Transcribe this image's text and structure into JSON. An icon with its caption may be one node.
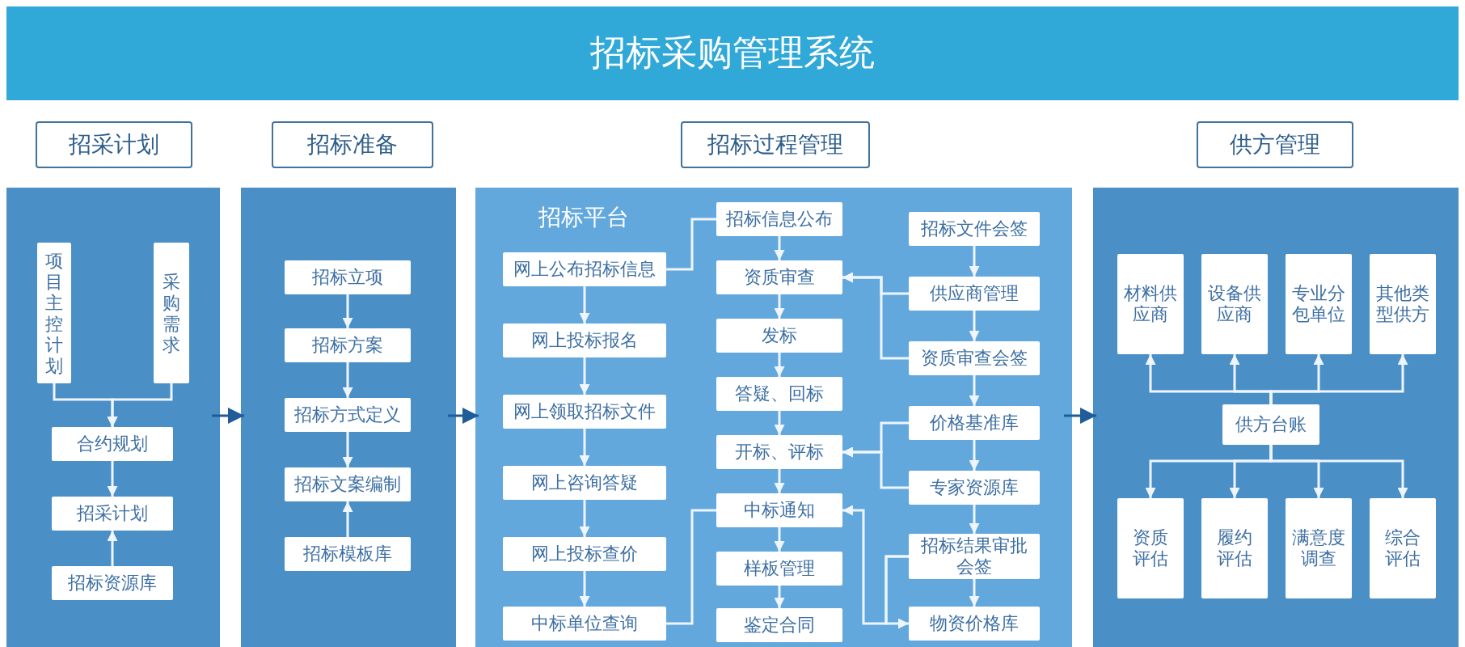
{
  "diagram": {
    "title": "招标采购管理系统",
    "nodes": [
      {
        "text": [
          "招采计划"
        ]
      },
      {
        "text": [
          "招标准备"
        ]
      },
      {
        "text": [
          "招标过程管理"
        ]
      },
      {
        "text": [
          "供方管理"
        ]
      },
      {
        "text": [],
        "shape": "box"
      },
      {
        "text": [
          "项目主控计划"
        ],
        "in": 4
      },
      {
        "text": [
          "采购需求"
        ],
        "in": 4
      },
      {
        "text": [
          "合约规划"
        ],
        "in": 4
      },
      {
        "text": [
          "招采计划"
        ],
        "in": 4
      },
      {
        "text": [
          "招标资源库"
        ],
        "in": 4
      },
      {
        "text": [],
        "shape": "box"
      },
      {
        "text": [
          "招标立项"
        ],
        "in": 10
      },
      {
        "text": [
          "招标方案"
        ],
        "in": 10
      },
      {
        "text": [
          "招标方式定义"
        ],
        "in": 10
      },
      {
        "text": [
          "招标文案编制"
        ],
        "in": 10
      },
      {
        "text": [
          "招标模板库"
        ],
        "in": 10
      },
      {
        "text": [
          "招标平台"
        ]
      },
      {
        "text": [
          "网上公布招标信息"
        ],
        "in": 16
      },
      {
        "text": [
          "网上投标报名"
        ],
        "in": 16
      },
      {
        "text": [
          "网上领取招标文件"
        ],
        "in": 16
      },
      {
        "text": [
          "网上咨询答疑"
        ],
        "in": 16
      },
      {
        "text": [
          "网上投标查价"
        ],
        "in": 16
      },
      {
        "text": [
          "中标单位查询"
        ],
        "in": 16
      },
      {
        "text": [
          "招标信息公布"
        ],
        "in": 16
      },
      {
        "text": [
          "资质审查"
        ],
        "in": 16
      },
      {
        "text": [
          "发标"
        ],
        "in": 16
      },
      {
        "text": [
          "答疑、回标"
        ],
        "in": 16
      },
      {
        "text": [
          "开标、评标"
        ],
        "in": 16
      },
      {
        "text": [
          "中标通知"
        ],
        "in": 16
      },
      {
        "text": [
          "样板管理"
        ],
        "in": 16
      },
      {
        "text": [
          "鉴定合同"
        ],
        "in": 16
      },
      {
        "text": [
          "招标文件会签"
        ],
        "in": 16
      },
      {
        "text": [
          "供应商管理"
        ],
        "in": 16
      },
      {
        "text": [
          "资质审查会签"
        ],
        "in": 16
      },
      {
        "text": [
          "价格基准库"
        ],
        "in": 16
      },
      {
        "text": [
          "专家资源库"
        ],
        "in": 16
      },
      {
        "text": [
          "招标结果审批会签"
        ],
        "in": 16
      },
      {
        "text": [
          "物资价格库"
        ],
        "in": 16
      },
      {
        "text": [],
        "shape": "box"
      },
      {
        "text": [
          "材料供应商"
        ],
        "in": 38
      },
      {
        "text": [
          "设备供应商"
        ],
        "in": 38
      },
      {
        "text": [
          "专业分包单位"
        ],
        "in": 38
      },
      {
        "text": [
          "其他类型供方"
        ],
        "in": 38
      },
      {
        "text": [
          "供方台账"
        ],
        "in": 38
      },
      {
        "text": [
          "资质评估"
        ],
        "in": 38
      },
      {
        "text": [
          "履约评估"
        ],
        "in": 38
      },
      {
        "text": [
          "满意度调查"
        ],
        "in": 38
      },
      {
        "text": [
          "综合评估"
        ],
        "in": 38
      }
    ],
    "edges": [
      {
        "from": 5,
        "to": 7,
        "arrow": "to"
      },
      {
        "from": 6,
        "to": 7,
        "arrow": "to"
      },
      {
        "from": 7,
        "to": 8,
        "arrow": "to"
      },
      {
        "from": 9,
        "to": 8,
        "arrow": "to"
      },
      {
        "from": 4,
        "to": 10,
        "arrow": "to",
        "color": "#1f5c99"
      },
      {
        "from": 11,
        "to": 12,
        "arrow": "to"
      },
      {
        "from": 12,
        "to": 13,
        "arrow": "to"
      },
      {
        "from": 13,
        "to": 14,
        "arrow": "to"
      },
      {
        "from": 15,
        "to": 14,
        "arrow": "to"
      },
      {
        "from": 10,
        "to": 16,
        "arrow": "to",
        "color": "#1f5c99"
      },
      {
        "from": 17,
        "to": 18,
        "arrow": "to"
      },
      {
        "from": 18,
        "to": 19,
        "arrow": "to"
      },
      {
        "from": 19,
        "to": 20,
        "arrow": "to"
      },
      {
        "from": 20,
        "to": 21,
        "arrow": "to"
      },
      {
        "from": 21,
        "to": 22,
        "arrow": "to"
      },
      {
        "from": 17,
        "to": 23,
        "arrow": "none"
      },
      {
        "from": 23,
        "to": 24,
        "arrow": "to"
      },
      {
        "from": 24,
        "to": 25,
        "arrow": "to"
      },
      {
        "from": 25,
        "to": 26,
        "arrow": "to"
      },
      {
        "from": 26,
        "to": 27,
        "arrow": "to"
      },
      {
        "from": 27,
        "to": 28,
        "arrow": "to"
      },
      {
        "from": 28,
        "to": 29,
        "arrow": "to"
      },
      {
        "from": 29,
        "to": 30,
        "arrow": "to"
      },
      {
        "from": 22,
        "to": 28,
        "arrow": "none"
      },
      {
        "from": 31,
        "to": 32,
        "arrow": "to"
      },
      {
        "from": 32,
        "to": 33,
        "arrow": "to"
      },
      {
        "from": 33,
        "to": 34,
        "arrow": "to"
      },
      {
        "from": 34,
        "to": 35,
        "arrow": "to"
      },
      {
        "from": 35,
        "to": 36,
        "arrow": "to"
      },
      {
        "from": 36,
        "to": 37,
        "arrow": "to"
      },
      {
        "from": 32,
        "to": 24,
        "arrow": "to"
      },
      {
        "from": 33,
        "to": 24,
        "arrow": "to"
      },
      {
        "from": 34,
        "to": 27,
        "arrow": "to"
      },
      {
        "from": 35,
        "to": 27,
        "arrow": "to"
      },
      {
        "from": 36,
        "to": 28,
        "arrow": "to"
      },
      {
        "from": 36,
        "to": 37,
        "arrow": "to"
      },
      {
        "from": 16,
        "to": 38,
        "arrow": "to",
        "color": "#1f5c99"
      },
      {
        "from": 43,
        "to": 39,
        "arrow": "to"
      },
      {
        "from": 43,
        "to": 40,
        "arrow": "to"
      },
      {
        "from": 43,
        "to": 41,
        "arrow": "to"
      },
      {
        "from": 43,
        "to": 42,
        "arrow": "to"
      },
      {
        "from": 43,
        "to": 44,
        "arrow": "to"
      },
      {
        "from": 43,
        "to": 45,
        "arrow": "to"
      },
      {
        "from": 43,
        "to": 46,
        "arrow": "to"
      },
      {
        "from": 43,
        "to": 47,
        "arrow": "to"
      }
    ]
  }
}
